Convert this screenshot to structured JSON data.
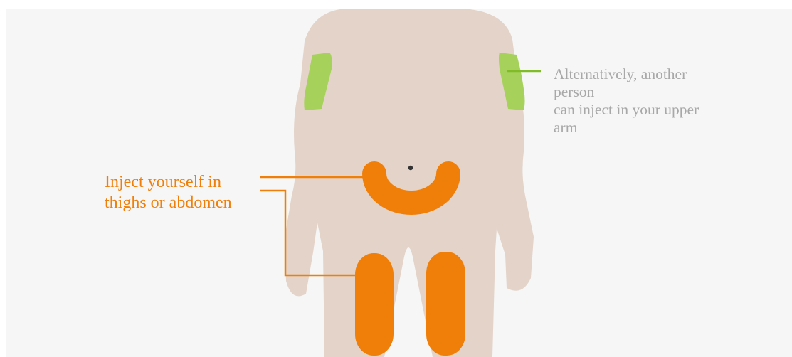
{
  "labels": {
    "upper_arm": {
      "lines": [
        "Alternatively, another",
        "person",
        "can inject in your upper",
        "arm"
      ]
    },
    "self_injection": {
      "lines": [
        "Inject yourself in",
        "thighs or abdomen"
      ]
    }
  },
  "colors": {
    "background": "#f6f6f6",
    "body": "#e3d3c9",
    "upper_arm_zone": "#a6d25b",
    "upper_arm_leader": "#7fbc27",
    "injection_zone": "#f07f09",
    "upper_arm_text": "#a8a8a8",
    "self_injection_text": "#f07f09",
    "navel": "#333333"
  }
}
